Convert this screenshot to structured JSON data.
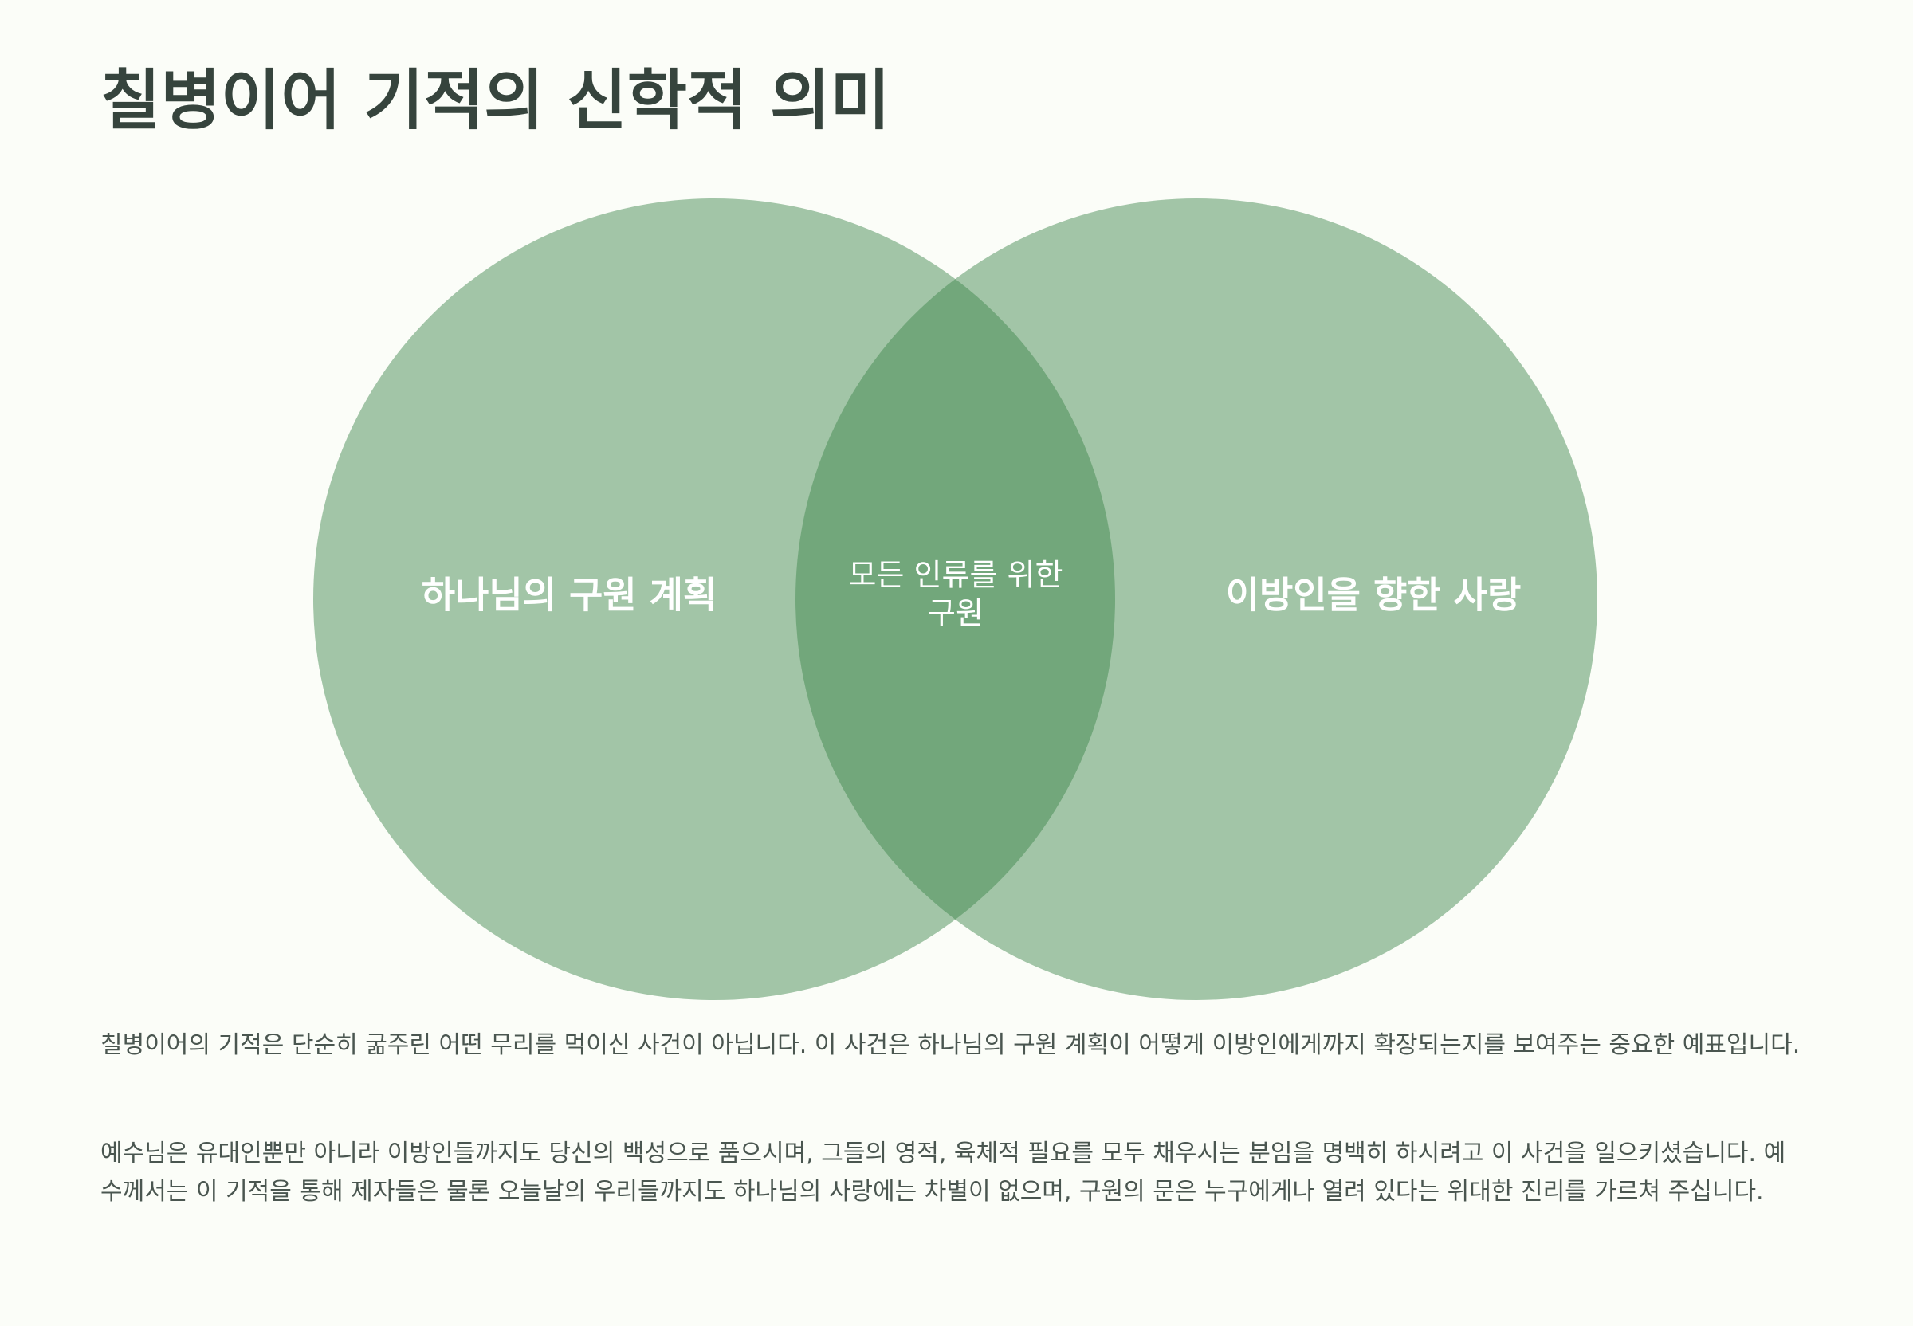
{
  "title": "칠병이어 기적의 신학적 의미",
  "diagram": {
    "left_circle": {
      "label": "하나님의 구원 계획"
    },
    "right_circle": {
      "label": "이방인을 향한 사랑"
    },
    "overlap": {
      "label_line1": "모든 인류를 위한",
      "label_line2": "구원"
    },
    "colors": {
      "circle_fill": "#a2c5a7",
      "overlap_fill": "#72a77b",
      "label_text": "#ffffff",
      "background": "#fbfdf8"
    }
  },
  "paragraphs": [
    "칠병이어의 기적은 단순히 굶주린 어떤 무리를 먹이신 사건이 아닙니다. 이 사건은 하나님의 구원 계획이 어떻게 이방인에게까지 확장되는지를 보여주는 중요한 예표입니다.",
    "예수님은 유대인뿐만 아니라 이방인들까지도 당신의 백성으로 품으시며, 그들의 영적, 육체적 필요를 모두 채우시는 분임을 명백히 하시려고 이 사건을 일으키셨습니다. 예수께서는 이 기적을 통해 제자들은 물론 오늘날의 우리들까지도 하나님의 사랑에는 차별이 없으며, 구원의 문은 누구에게나 열려 있다는 위대한 진리를 가르쳐 주십니다."
  ]
}
